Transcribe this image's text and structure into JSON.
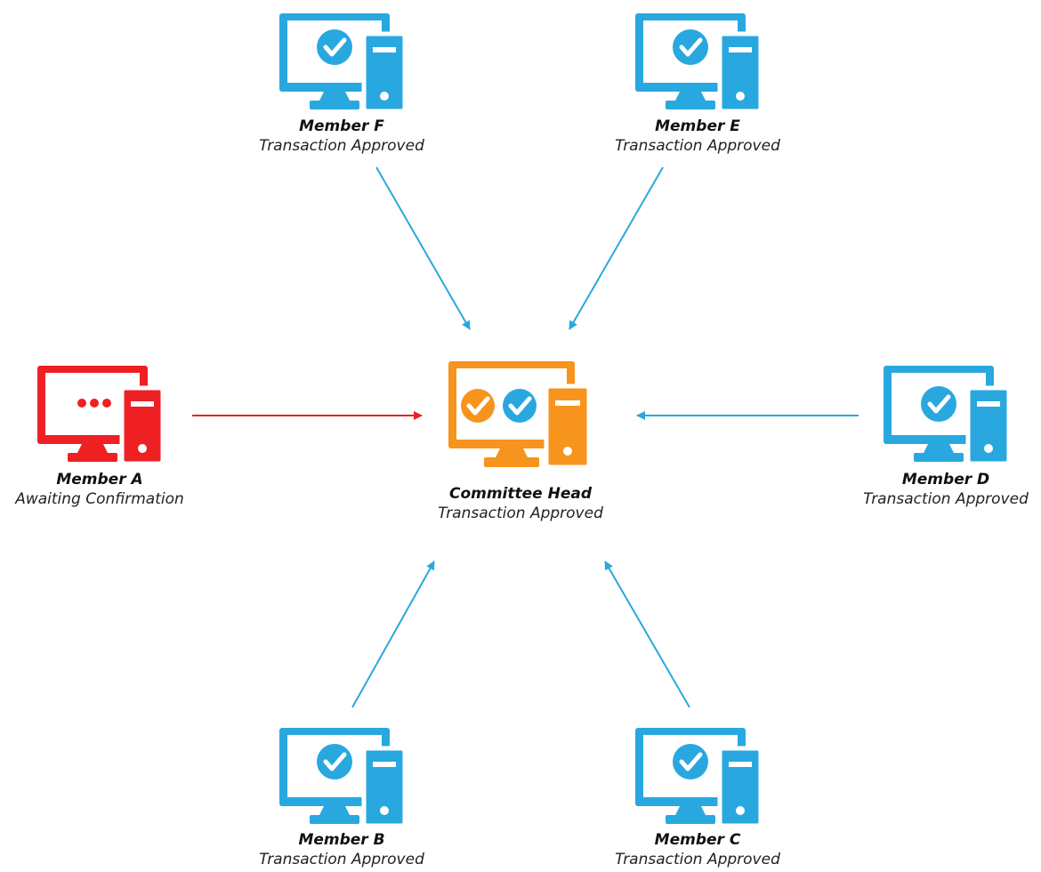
{
  "colors": {
    "approved": "#29A8E0",
    "pending": "#EE2024",
    "head": "#F7941D",
    "text": "#111111"
  },
  "head": {
    "title": "Committee Head",
    "status": "Transaction Approved",
    "icon": "computer-double-check-icon"
  },
  "members": [
    {
      "id": "a",
      "title": "Member A",
      "status": "Awaiting Confirmation",
      "state": "pending",
      "icon": "computer-pending-icon"
    },
    {
      "id": "b",
      "title": "Member B",
      "status": "Transaction Approved",
      "state": "approved",
      "icon": "computer-check-icon"
    },
    {
      "id": "c",
      "title": "Member C",
      "status": "Transaction Approved",
      "state": "approved",
      "icon": "computer-check-icon"
    },
    {
      "id": "d",
      "title": "Member D",
      "status": "Transaction Approved",
      "state": "approved",
      "icon": "computer-check-icon"
    },
    {
      "id": "e",
      "title": "Member E",
      "status": "Transaction Approved",
      "state": "approved",
      "icon": "computer-check-icon"
    },
    {
      "id": "f",
      "title": "Member F",
      "status": "Transaction Approved",
      "state": "approved",
      "icon": "computer-check-icon"
    }
  ]
}
